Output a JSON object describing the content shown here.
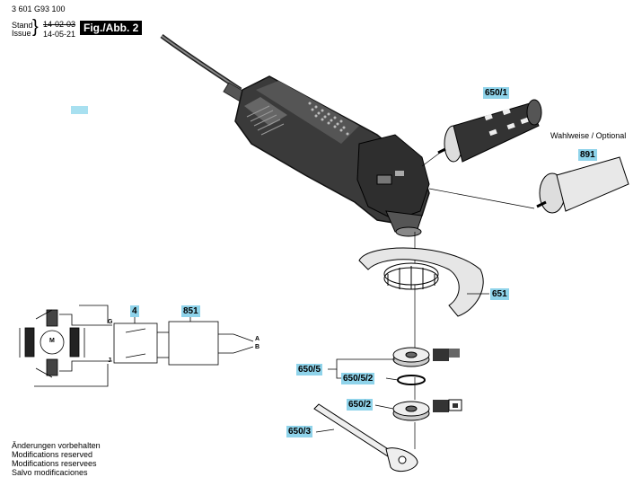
{
  "header": {
    "part_number": "3 601 G93 100",
    "stand_label": "Stand",
    "issue_label": "Issue",
    "stand_date": "14-02-03",
    "issue_date": "14-05-21",
    "figure_label": "Fig./Abb. 2"
  },
  "optional_label": "Wahlweise / Optional",
  "callouts": {
    "c650_1": "650/1",
    "c891": "891",
    "c651": "651",
    "c4": "4",
    "c851": "851",
    "c650_5": "650/5",
    "c650_5_2": "650/5/2",
    "c650_2": "650/2",
    "c650_3": "650/3"
  },
  "schematic": {
    "motor": "M",
    "g": "G",
    "j": "J",
    "a": "A",
    "b": "B"
  },
  "footer": [
    "Änderungen vorbehalten",
    "Modifications reserved",
    "Modifications reservees",
    "Salvo modificaciones"
  ],
  "colors": {
    "callout_bg": "#8fd3ea",
    "figure_label_bg": "#000000"
  }
}
